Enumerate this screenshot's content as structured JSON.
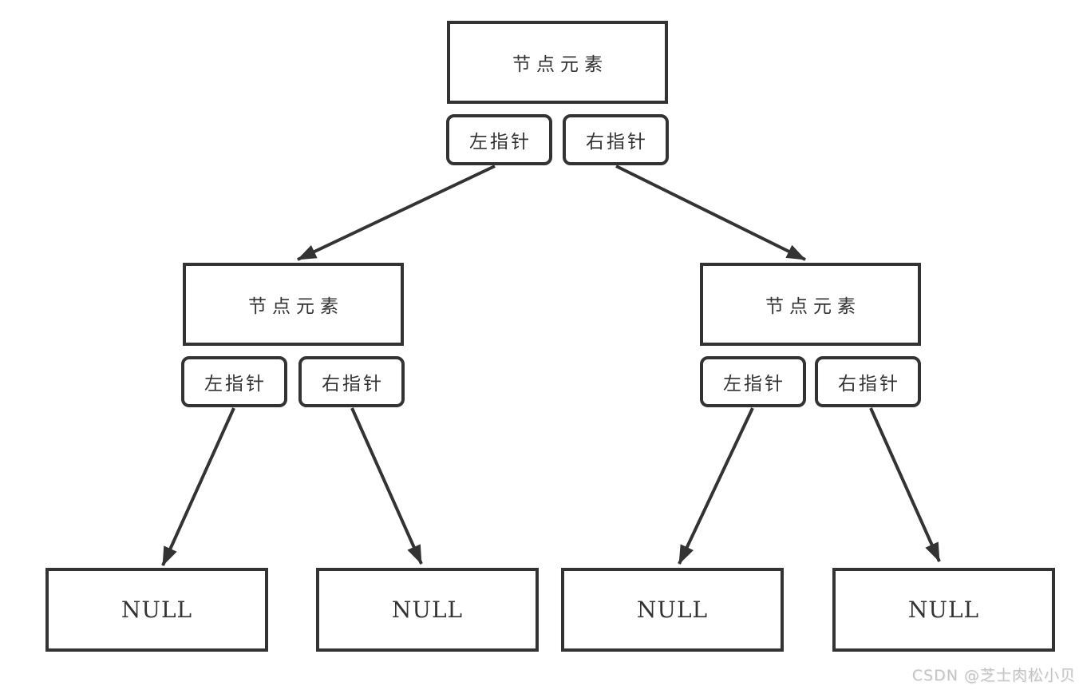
{
  "tree": {
    "root": {
      "label": "节点元素",
      "left_pointer": "左指针",
      "right_pointer": "右指针"
    },
    "left_child": {
      "label": "节点元素",
      "left_pointer": "左指针",
      "right_pointer": "右指针"
    },
    "right_child": {
      "label": "节点元素",
      "left_pointer": "左指针",
      "right_pointer": "右指针"
    },
    "leaves": [
      "NULL",
      "NULL",
      "NULL",
      "NULL"
    ]
  },
  "watermark": {
    "text": "CSDN @芝士肉松小贝"
  },
  "colors": {
    "border_and_arrows": "#333333",
    "text": "#333333",
    "watermark_text": "#c5c5c5",
    "background": "#ffffff"
  }
}
